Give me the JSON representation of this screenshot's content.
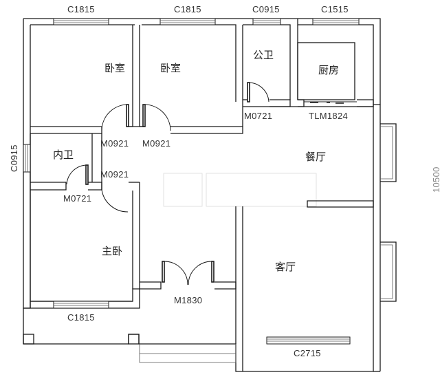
{
  "diagram": {
    "type": "residential floor plan",
    "colors": {
      "line": "#1a1a1a",
      "background": "#ffffff",
      "text": "#222222"
    }
  },
  "rooms": {
    "bedroom_1": "卧室",
    "bedroom_2": "卧室",
    "public_bath": "公卫",
    "kitchen": "厨房",
    "ensuite_bath": "内卫",
    "dining": "餐厅",
    "master_bedroom": "主卧",
    "living": "客厅"
  },
  "windows": {
    "top_bedroom_1": "C1815",
    "top_bedroom_2": "C1815",
    "top_public_bath": "C0915",
    "top_kitchen": "C1515",
    "left_ensuite": "C0915",
    "bottom_master": "C1815",
    "bottom_living": "C2715"
  },
  "doors": {
    "bedroom_1_door": "M0921",
    "bedroom_2_door": "M0921",
    "master_door": "M0921",
    "ensuite_door": "M0721",
    "public_bath_door": "M0721",
    "kitchen_sliding_door": "TLM1824",
    "entrance_door": "M1830"
  },
  "dimensions": {
    "right_overall": "10500"
  }
}
